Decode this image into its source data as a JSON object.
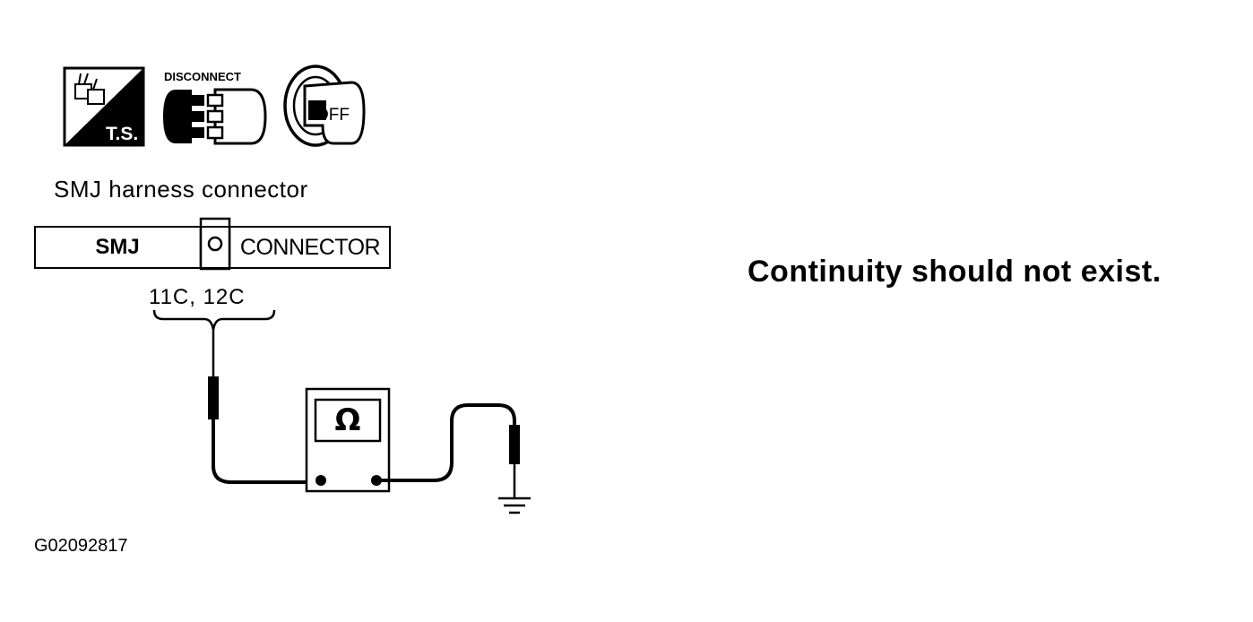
{
  "icons": {
    "ts": {
      "label": "T.S."
    },
    "disconnect": {
      "label": "DISCONNECT"
    },
    "ignition": {
      "label": "OFF"
    }
  },
  "connector": {
    "caption": "SMJ harness connector",
    "name": "SMJ",
    "type": "CONNECTOR",
    "terminals": "11C, 12C"
  },
  "meter": {
    "symbol": "Ω"
  },
  "result": "Continuity should not exist.",
  "figure_id": "G02092817"
}
